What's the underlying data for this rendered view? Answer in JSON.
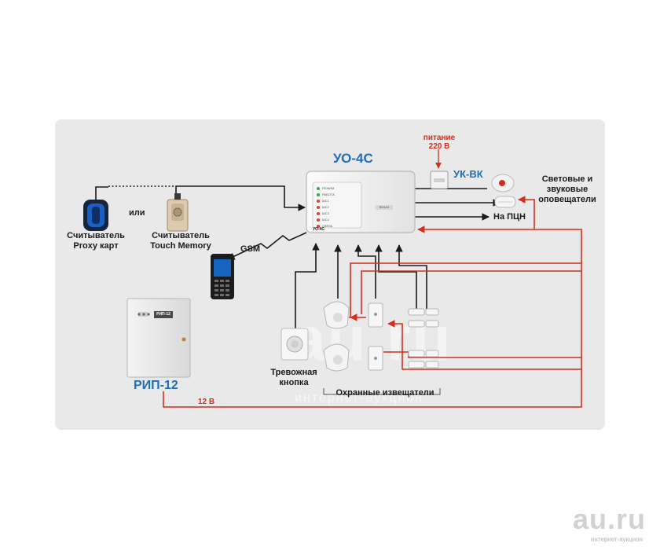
{
  "diagram": {
    "device_main": "УО-4С",
    "device_uk": "УК-ВК",
    "power_label": "питание\n220 В",
    "alerters_label": "Световые и\nзвуковые\nоповещатели",
    "pcn_label": "На ПЦН",
    "gsm_label": "GSM",
    "or_label": "или",
    "proxy_reader_label": "Считыватель\nProxy карт",
    "touch_reader_label": "Считыватель\nTouch Memory",
    "panic_button_label": "Тревожная\nкнопка",
    "detectors_label": "Охранные извещатели",
    "psu_label": "РИП-12",
    "psu_panel_text": "РИП-12",
    "voltage_label": "12 В",
    "device_panel_model": "УО-4С",
    "device_panel_brand": "BOLID",
    "leds": [
      "РЕЖИМ",
      "РАБОТА",
      "ШС1",
      "ШС2",
      "ШС3",
      "ШС4",
      "СВЯЗЬ"
    ]
  },
  "colors": {
    "signal_line": "#1a1a1a",
    "power_line": "#d32f1e",
    "accent_title": "#1e6fb8",
    "panel_bg": "#e9e9e9"
  },
  "watermark": {
    "big": "au.ru",
    "small": "интернет-аукцион"
  },
  "logo": {
    "text": "au.ru",
    "subtext": "интернет-аукцион"
  }
}
